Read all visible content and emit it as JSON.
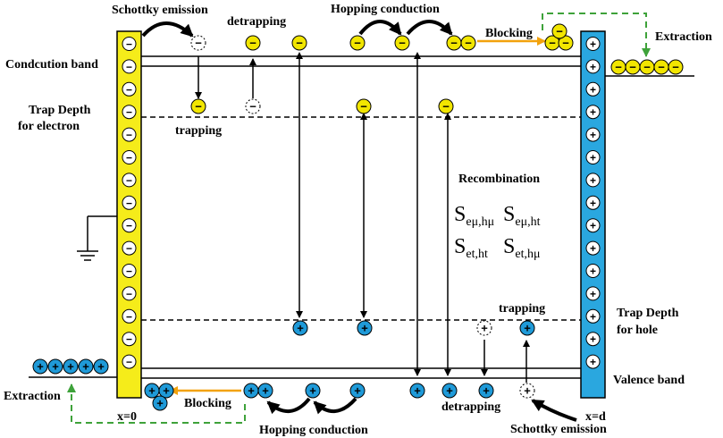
{
  "labels": {
    "schottky_top": "Schottky emission",
    "detrapping_top": "detrapping",
    "hopping_top": "Hopping conduction",
    "blocking_top": "Blocking",
    "extraction_right": "Extraction",
    "conduction_band": "Condcution band",
    "trap_electron_1": "Trap Depth",
    "trap_electron_2": "for electron",
    "trapping_top": "trapping",
    "recombination": "Recombination",
    "trapping_bottom": "trapping",
    "trap_hole_1": "Trap Depth",
    "trap_hole_2": "for hole",
    "valence_band": "Valence band",
    "extraction_left": "Extraction",
    "x0": "x=0",
    "blocking_bottom": "Blocking",
    "hopping_bottom": "Hopping conduction",
    "detrapping_bottom": "detrapping",
    "schottky_bottom": "Schottky emission",
    "xd": "x=d"
  },
  "equations": [
    {
      "base": "S",
      "sub": "eμ,hμ"
    },
    {
      "base": "S",
      "sub": "eμ,ht"
    },
    {
      "base": "S",
      "sub": "et,ht"
    },
    {
      "base": "S",
      "sub": "et,hμ"
    }
  ],
  "symbols": {
    "electron": "−",
    "hole": "+"
  },
  "colors": {
    "electron_fill": "#f2e600",
    "left_electrode": "#f5ec1a",
    "right_electrode": "#2aa7df",
    "hole_fill": "#1f9ad8",
    "blocking_arrow": "#f2a20d",
    "extraction_path": "#3ea23a",
    "line": "#000000"
  }
}
